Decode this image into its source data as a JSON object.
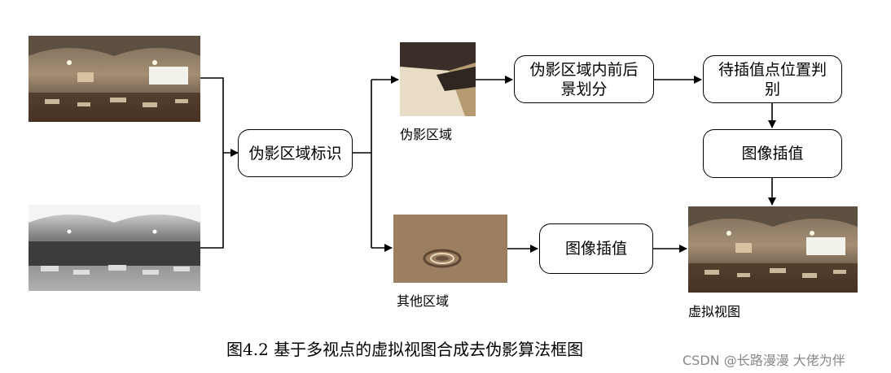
{
  "nodes": {
    "identify": "伪影区域标识",
    "front_back": "伪影区域内前后景划分",
    "position_judge": "待插值点位置判别",
    "interp_top": "图像插值",
    "interp_bottom": "图像插值"
  },
  "captions": {
    "artifact_region": "伪影区域",
    "other_region": "其他区域",
    "virtual_view": "虚拟视图"
  },
  "figure_title": "图4.2  基于多视点的虚拟视图合成去伪影算法框图",
  "watermark": "CSDN @长路漫漫 大佬为伴"
}
